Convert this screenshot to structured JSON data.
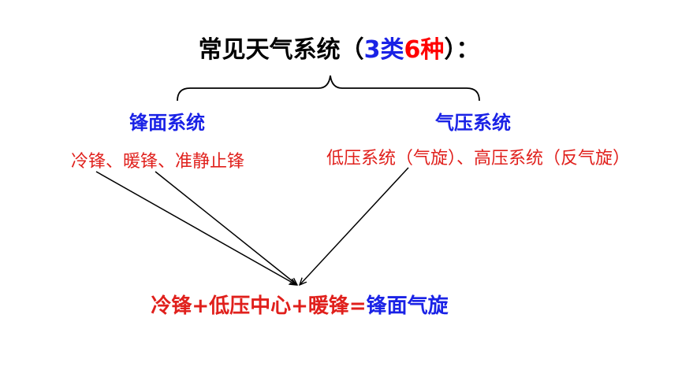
{
  "title": {
    "prefix": "常见天气系统（",
    "count_a": "3类",
    "count_b": "6种",
    "suffix": "）："
  },
  "groups": {
    "front": {
      "header": "锋面系统",
      "types": "冷锋、暖锋、准静止锋"
    },
    "pressure": {
      "header": "气压系统",
      "types": "低压系统（气旋）、高压系统（反气旋）"
    }
  },
  "equation": {
    "lhs": "冷锋+低压中心+暖锋=",
    "rhs": "锋面气旋"
  },
  "colors": {
    "blue": "#1a22e6",
    "red": "#e0201c",
    "black": "#000000"
  }
}
